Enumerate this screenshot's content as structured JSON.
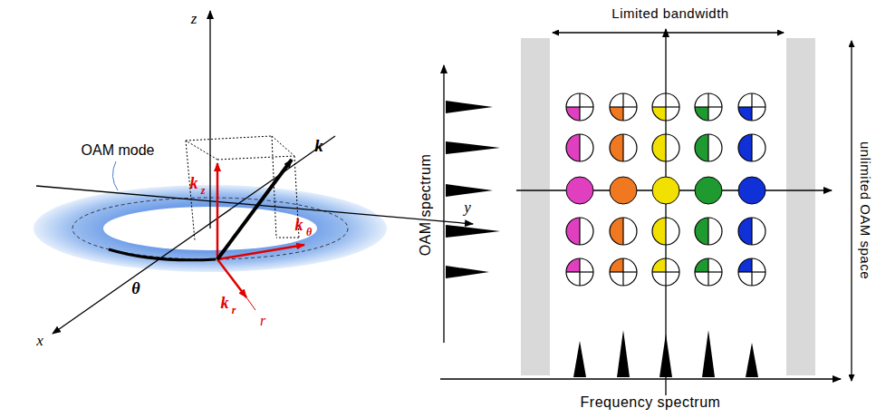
{
  "diagram": {
    "labels": [
      "z",
      "y",
      "x",
      "k",
      "OAM mode",
      "k",
      "z",
      "k",
      "θ",
      "k",
      "r",
      "θ",
      "r",
      "Limited bandwidth",
      "OAM spectrum",
      "unlimited OAM space",
      "Frequency spectrum"
    ]
  }
}
